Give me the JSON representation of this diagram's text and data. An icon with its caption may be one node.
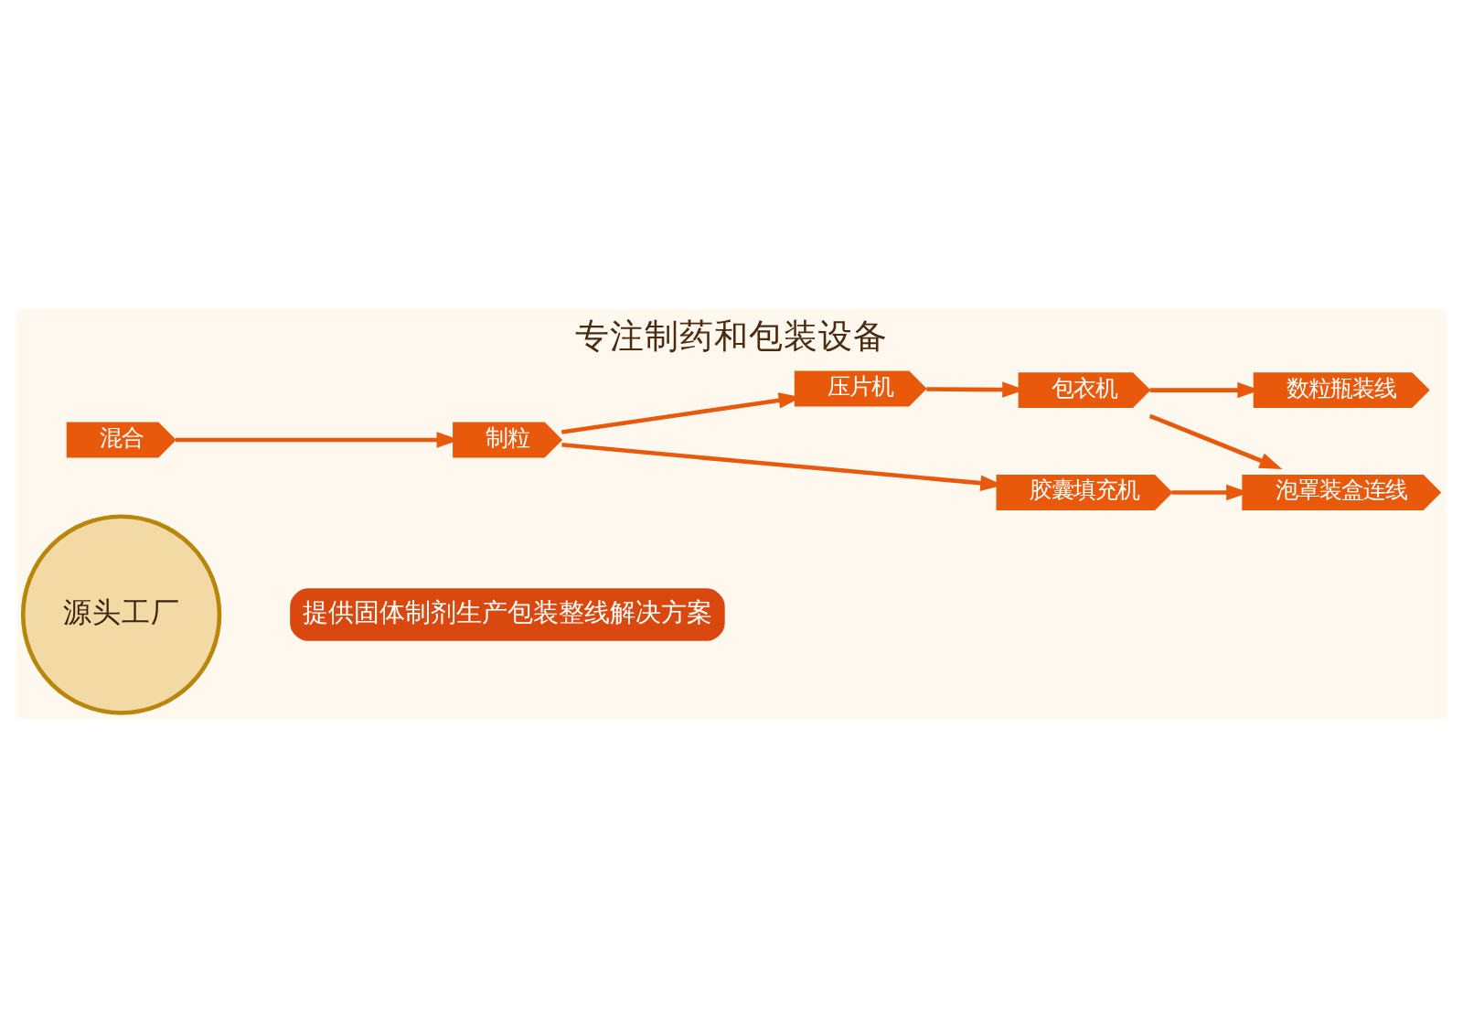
{
  "diagram": {
    "title": "专注制药和包装设备",
    "nodes": [
      {
        "text": [
          "源头工厂"
        ]
      },
      {
        "text": [
          "混合"
        ]
      },
      {
        "text": [
          "制粒"
        ]
      },
      {
        "text": [
          "压片机"
        ]
      },
      {
        "text": [
          "包衣机"
        ]
      },
      {
        "text": [
          "数粒瓶装线"
        ]
      },
      {
        "text": [
          "胶囊填充机"
        ]
      },
      {
        "text": [
          "泡罩装盒连线"
        ]
      }
    ],
    "edges": [
      {
        "from": 1,
        "to": 2,
        "arrow": "to"
      },
      {
        "from": 2,
        "to": 3,
        "arrow": "to"
      },
      {
        "from": 2,
        "to": 6,
        "arrow": "to"
      },
      {
        "from": 3,
        "to": 4,
        "arrow": "to"
      },
      {
        "from": 4,
        "to": 5,
        "arrow": "to"
      },
      {
        "from": 4,
        "to": 7,
        "arrow": "to"
      },
      {
        "from": 6,
        "to": 7,
        "arrow": "to"
      }
    ],
    "labels": [
      "提供固体制剂生产包装整线解决方案"
    ]
  }
}
